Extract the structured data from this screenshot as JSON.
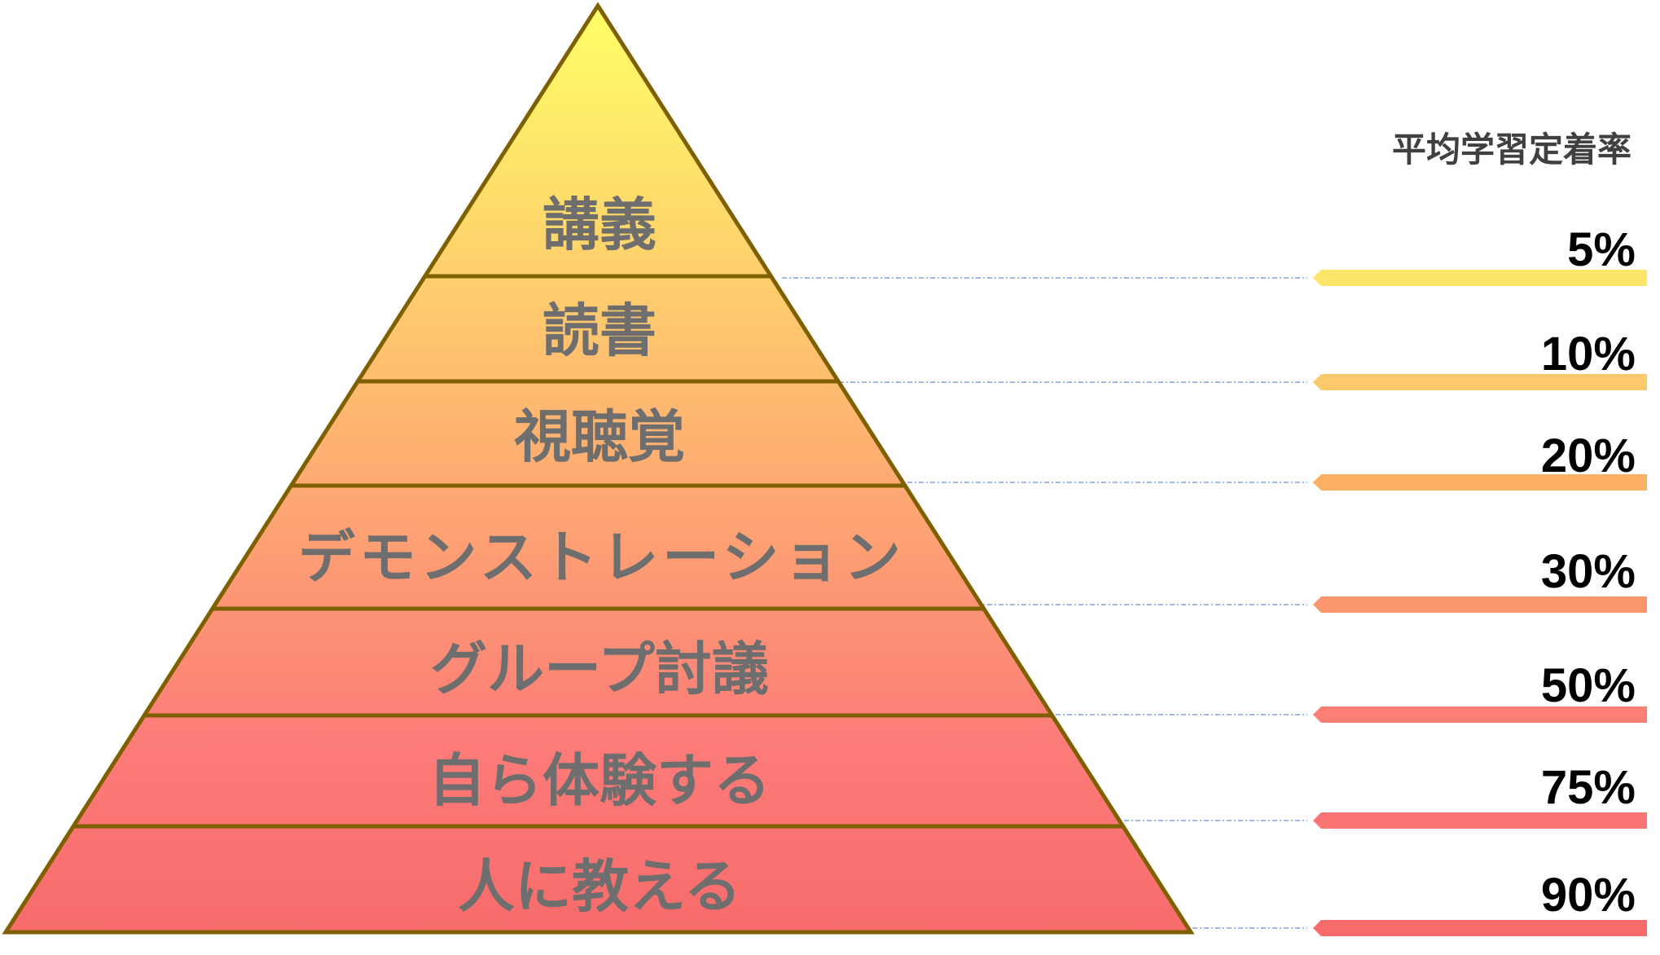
{
  "title": "平均学習定着率",
  "rows": [
    {
      "label": "講義",
      "rate": "5%",
      "color": "#FDE56A"
    },
    {
      "label": "読書",
      "rate": "10%",
      "color": "#FBC96A"
    },
    {
      "label": "視聴覚",
      "rate": "20%",
      "color": "#FBB066"
    },
    {
      "label": "デモンストレーション",
      "rate": "30%",
      "color": "#FB966C"
    },
    {
      "label": "グループ討議",
      "rate": "50%",
      "color": "#FC7F75"
    },
    {
      "label": "自ら体験する",
      "rate": "75%",
      "color": "#F97472"
    },
    {
      "label": "人に教える",
      "rate": "90%",
      "color": "#F76B6B"
    }
  ],
  "colors": {
    "top": "#FFFF66",
    "bottom": "#F76B6B",
    "outline": "#7F6000",
    "leader": "#4472C4"
  }
}
